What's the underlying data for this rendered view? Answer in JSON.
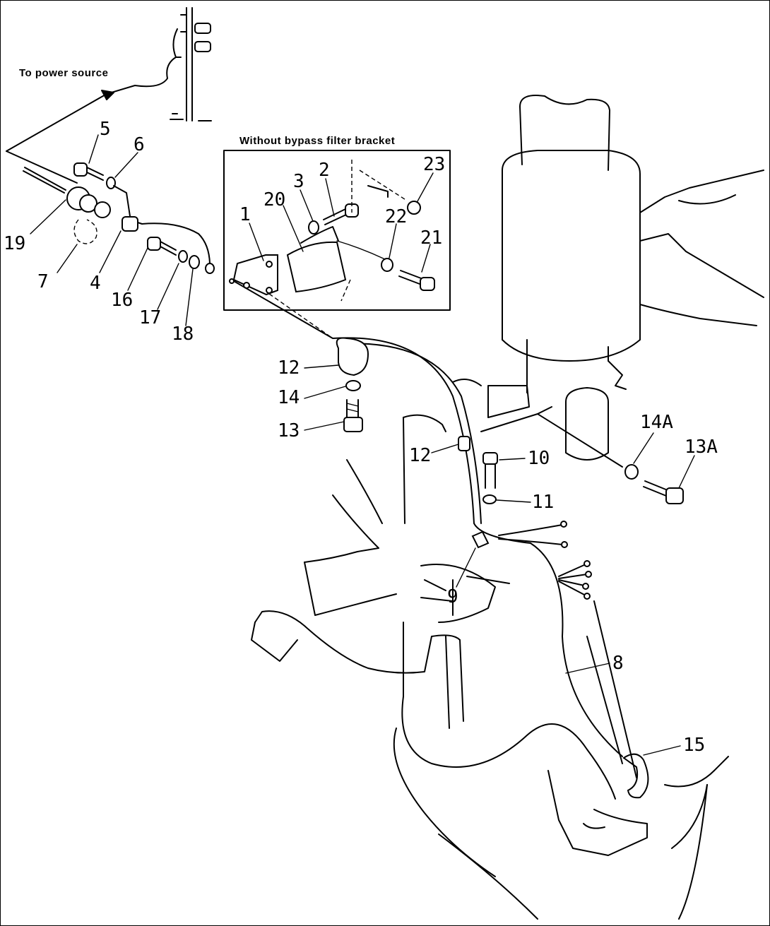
{
  "captions": {
    "power_source": "To power source",
    "bracket_box": "Without bypass filter bracket"
  },
  "labels": {
    "l1": "1",
    "l2": "2",
    "l3": "3",
    "l4": "4",
    "l5": "5",
    "l6": "6",
    "l7": "7",
    "l8": "8",
    "l9": "9",
    "l10": "10",
    "l11": "11",
    "l12a": "12",
    "l12b": "12",
    "l13": "13",
    "l13a": "13A",
    "l14": "14",
    "l14a": "14A",
    "l15": "15",
    "l16": "16",
    "l17": "17",
    "l18": "18",
    "l19": "19",
    "l20": "20",
    "l21": "21",
    "l22": "22",
    "l23": "23"
  }
}
